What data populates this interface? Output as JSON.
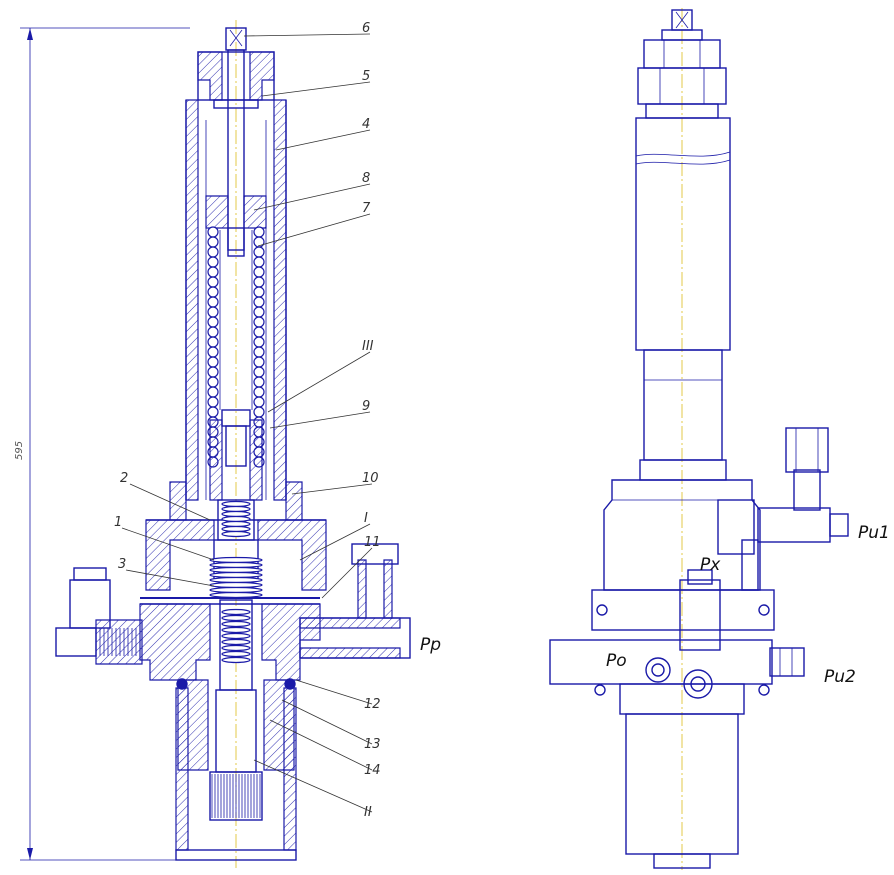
{
  "callouts": {
    "c6": "6",
    "c5": "5",
    "c4": "4",
    "c8": "8",
    "c7": "7",
    "cIII": "III",
    "c9": "9",
    "c10": "10",
    "c2": "2",
    "c1": "1",
    "c3": "3",
    "cI": "I",
    "c11": "11",
    "c12": "12",
    "c13": "13",
    "c14": "14",
    "cII": "II"
  },
  "ports": {
    "pp": "Pp",
    "pu1": "Pu1",
    "px": "Px",
    "po": "Po",
    "pu2": "Pu2"
  },
  "dimension": {
    "overall_height": "595"
  },
  "colors": {
    "line": "#1a1aa8",
    "centerline": "#e3c84a",
    "text": "#333333"
  }
}
